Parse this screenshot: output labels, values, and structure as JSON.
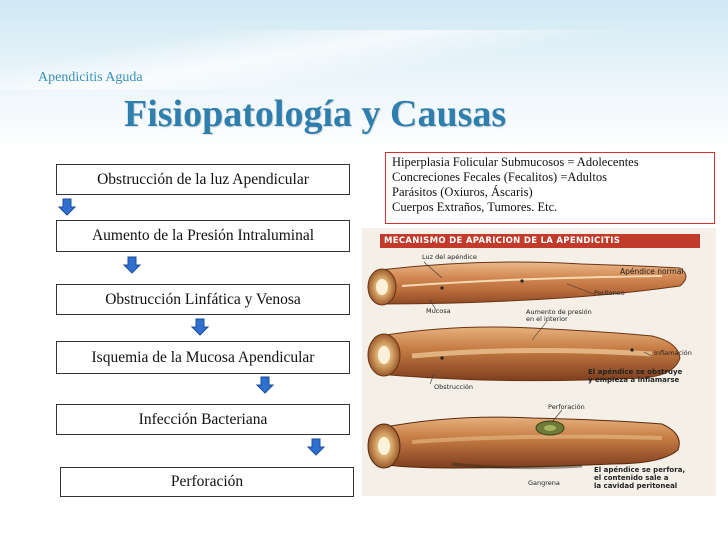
{
  "slide": {
    "subtitle": "Apendicitis Aguda",
    "title": "Fisiopatología y Causas"
  },
  "flow": {
    "steps": [
      "Obstrucción de la luz Apendicular",
      "Aumento de la Presión Intraluminal",
      "Obstrucción  Linfática y Venosa",
      "Isquemia  de la Mucosa Apendicular",
      "Infección Bacteriana",
      "Perforación"
    ],
    "arrow_icon": "down-arrow-icon",
    "arrow_color": "#2e6fd0"
  },
  "causes": {
    "lines": [
      "Hiperplasia Folicular Submucosos = Adolecentes",
      "Concreciones Fecales (Fecalitos) =Adultos",
      "Parásitos (Oxiuros, Áscaris)",
      "Cuerpos Extraños, Tumores. Etc."
    ],
    "border_color": "#d93030"
  },
  "illustration": {
    "header": "MECANISMO DE APARICION DE LA APENDICITIS",
    "labels": {
      "luz": "Luz del apéndice",
      "apendice_normal": "Apéndice normal",
      "peritoneo": "Peritoneo",
      "mucosa": "Mucosa",
      "aumento_1": "Aumento de presión",
      "aumento_2": "en el interior",
      "inflamacion": "Inflamación",
      "obstruccion": "Obstrucción",
      "obstruye_1": "El apéndice se obstruye",
      "obstruye_2": "y empieza a inflamarse",
      "perforacion": "Perforación",
      "perfora_1": "El apéndice se perfora,",
      "perfora_2": "el contenido sale a",
      "perfora_3": "la cavidad peritoneal",
      "gangrena": "Gangrena"
    }
  }
}
